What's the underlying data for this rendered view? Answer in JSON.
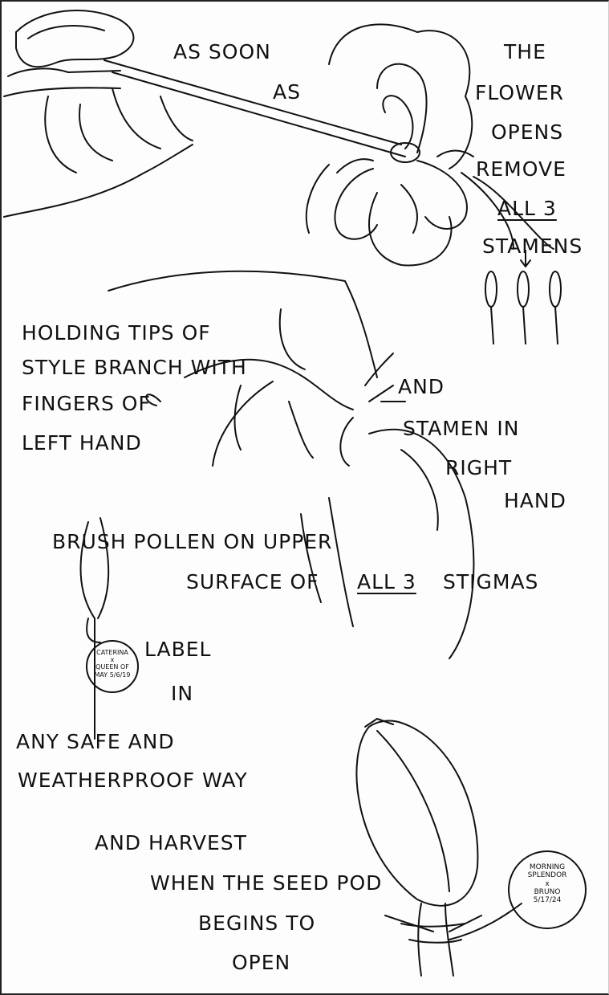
{
  "step1": {
    "line1": "AS SOON",
    "line2": "AS",
    "right_lines": [
      "THE",
      "FLOWER",
      "OPENS",
      "REMOVE"
    ],
    "underlined": "ALL 3",
    "last": "STAMENS"
  },
  "step2": {
    "left_lines": [
      "HOLDING TIPS OF",
      "STYLE BRANCH WITH",
      "FINGERS OF",
      "LEFT HAND"
    ],
    "and": "AND",
    "stamen": "STAMEN IN",
    "right": "RIGHT",
    "hand": "HAND"
  },
  "step3": {
    "line1": "BRUSH POLLEN ON UPPER",
    "line2_pre": "SURFACE OF",
    "line2_underlined": "ALL 3",
    "line2_post": "STIGMAS"
  },
  "step4": {
    "label": "LABEL",
    "in": "IN",
    "line3": "ANY SAFE AND",
    "line4": "WEATHERPROOF WAY"
  },
  "step5": {
    "lines": [
      "AND HARVEST",
      "WHEN THE SEED POD",
      "BEGINS TO",
      "OPEN"
    ]
  },
  "tag_small": {
    "lines": [
      "CATERINA",
      "x",
      "QUEEN OF",
      "MAY 5/6/19"
    ]
  },
  "tag_large": {
    "lines": [
      "MORNING",
      "SPLENDOR",
      "x",
      "BRUNO",
      "5/17/24"
    ]
  }
}
